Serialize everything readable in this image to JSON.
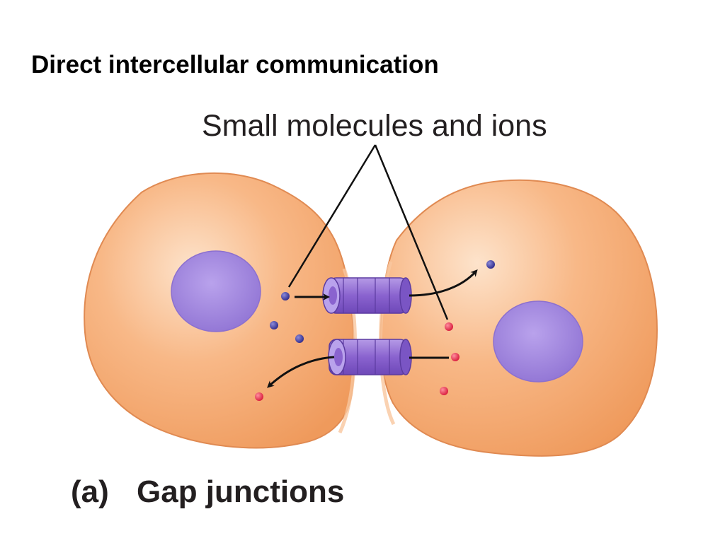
{
  "slide": {
    "title": "Direct intercellular communication"
  },
  "diagram": {
    "callout_label": "Small molecules and ions",
    "caption_letter": "(a)",
    "caption_text": "Gap junctions",
    "colors": {
      "cytoplasm": "#f5aa73",
      "cell_edge": "#e58a4e",
      "nucleus": "#a58be0",
      "channel": "#8f6bd2",
      "blue_molecule": "#2e2a8a",
      "red_ion": "#d8193a"
    }
  }
}
